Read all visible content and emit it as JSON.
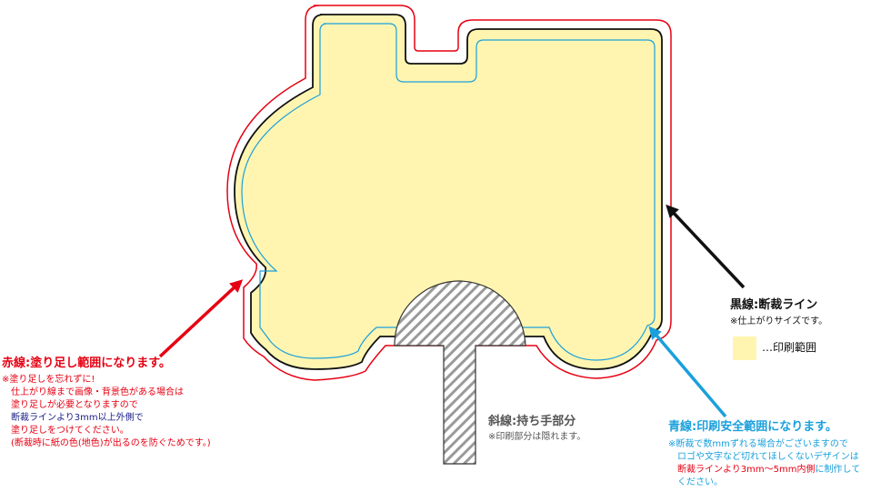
{
  "colors": {
    "bleed_line": "#e60012",
    "cut_line": "#111111",
    "safe_line": "#1aa0dc",
    "print_fill": "#fff5b0",
    "handle_stroke": "#333333"
  },
  "legend": {
    "black_title": "黒線:断裁ライン",
    "black_note": "※仕上がりサイズです。",
    "swatch_label": "…印刷範囲"
  },
  "red_note": {
    "title": "赤線:塗り足し範囲になります。",
    "l1": "※塗り足しを忘れずに!",
    "l2": "仕上がり線まで画像・背景色がある場合は",
    "l3": "塗り足しが必要となりますので",
    "l4": "断裁ラインより3mm以上外側で",
    "l5": "塗り足しをつけてください。",
    "l6": "(断裁時に紙の色(地色)が出るのを防ぐためです。)"
  },
  "handle_note": {
    "title": "斜線:持ち手部分",
    "note": "※印刷部分は隠れます。"
  },
  "blue_note": {
    "title": "青線:印刷安全範囲になります。",
    "l1": "※断裁で数mmずれる場合がございますので",
    "l2": "ロゴや文字など切れてほしくないデザインは",
    "l3a": "断裁ラインより3mm〜5mm内側",
    "l3b": "に制作して",
    "l4": "ください。"
  }
}
